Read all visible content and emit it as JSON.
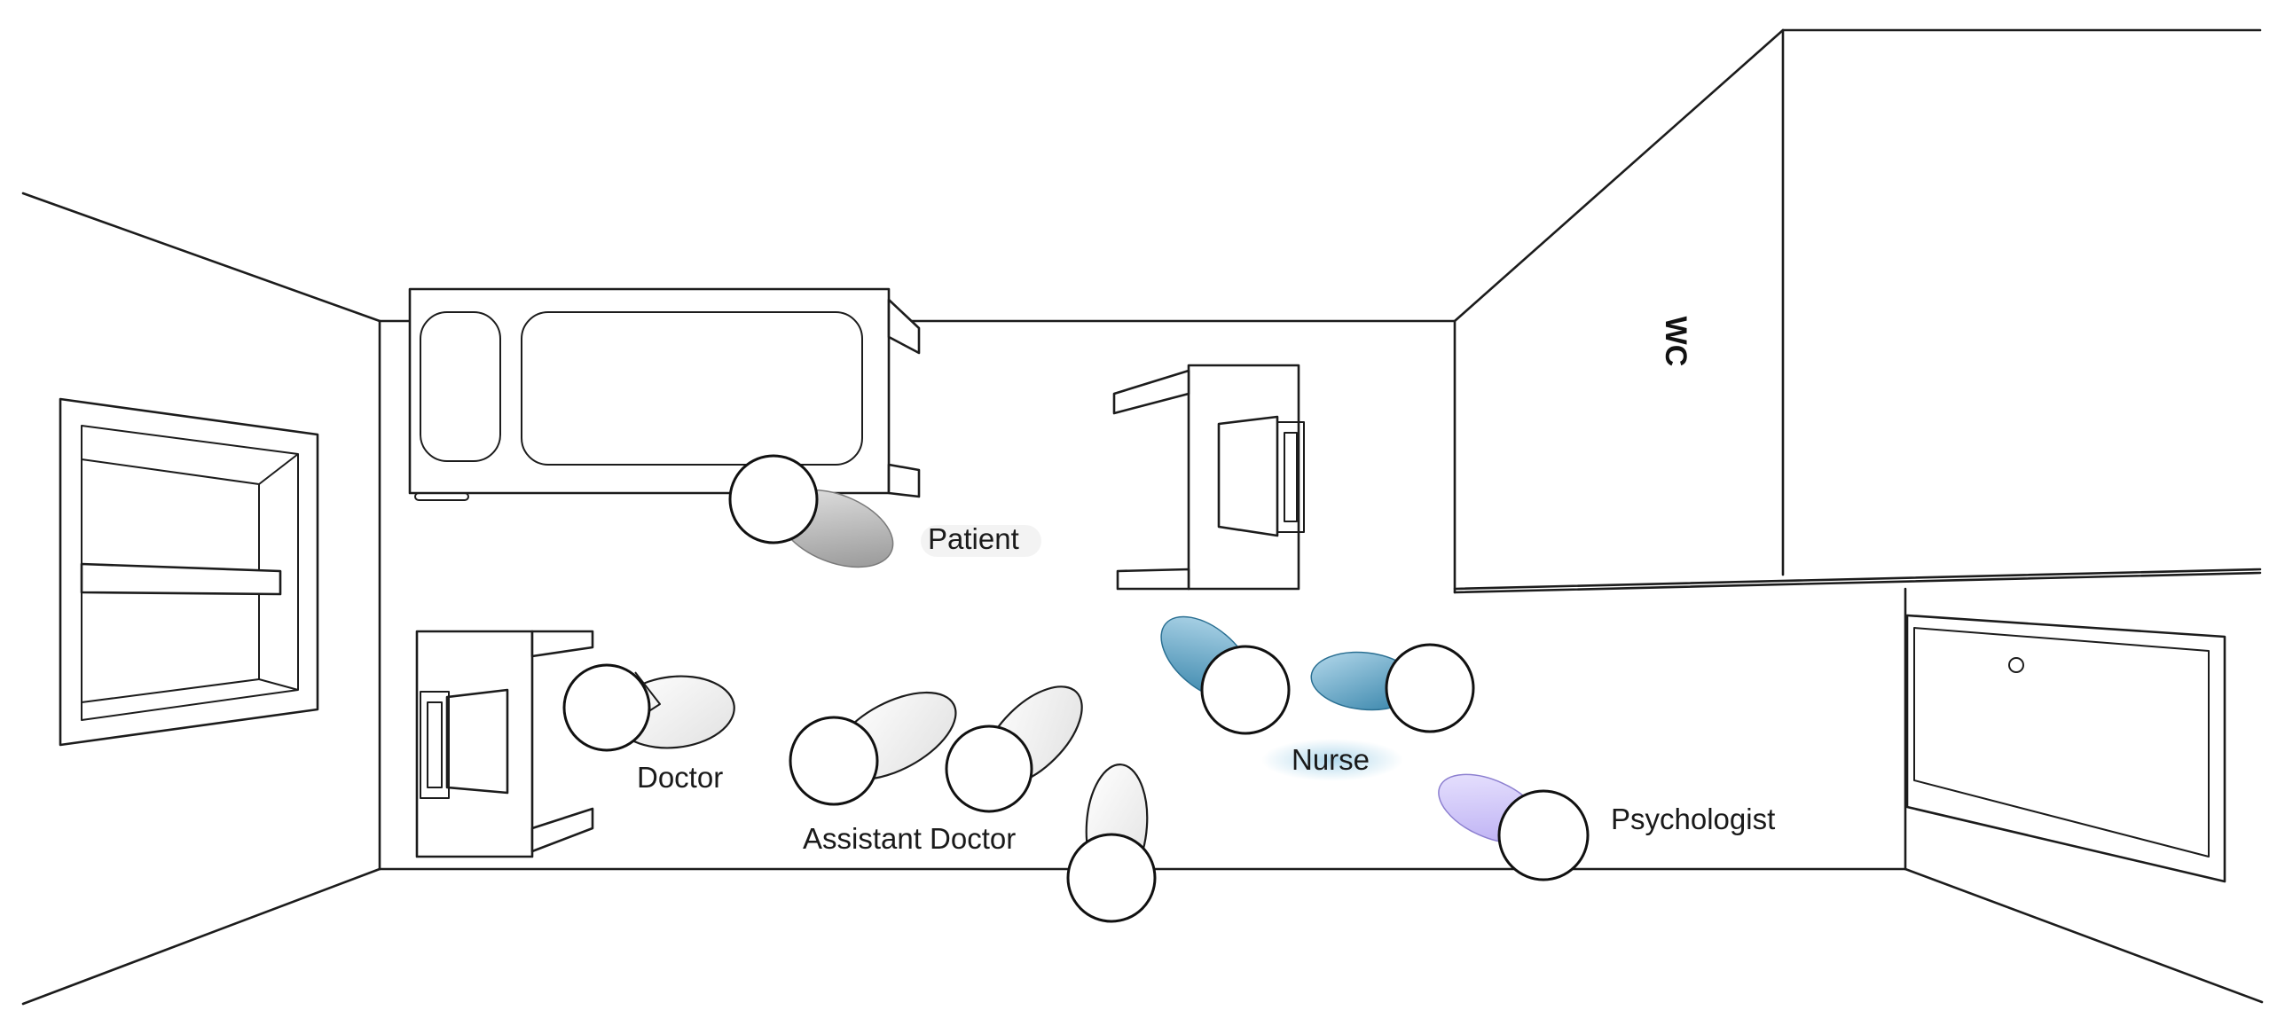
{
  "room": {
    "wc_label": "WC"
  },
  "roles": {
    "patient": "Patient",
    "doctor": "Doctor",
    "assistant_doctor": "Assistant Doctor",
    "nurse": "Nurse",
    "psychologist": "Psychologist"
  },
  "colors": {
    "patient": "#9e9e9e",
    "doctor": "#eeeeee",
    "assistant": "#efefef",
    "nurse": "#3f8fb5",
    "psychologist": "#c7bdf5",
    "outline": "#1c1c1c"
  }
}
